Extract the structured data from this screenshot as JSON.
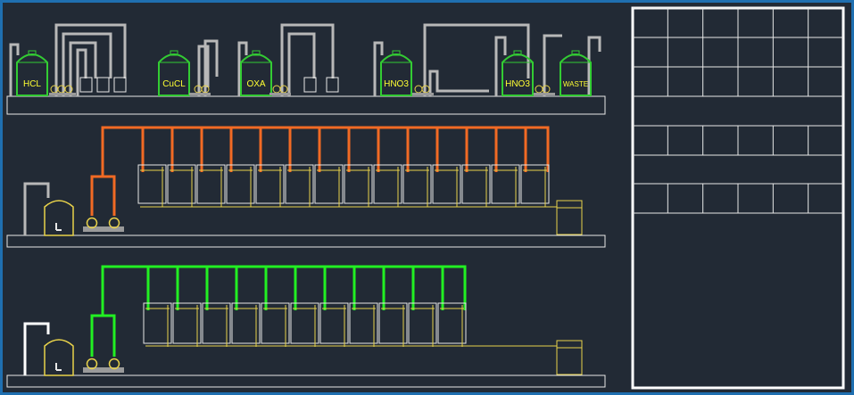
{
  "colors": {
    "background": "#222a35",
    "frame": "#1f6fb0",
    "pipe_gray": "#b8b8b8",
    "pipe_orange": "#f26a24",
    "pipe_green": "#22f022",
    "tank_green": "#33cc33",
    "tank_yellow": "#e8d24a",
    "label_yellow": "#ffff33",
    "line": "#e8e8e8"
  },
  "top_row": {
    "tanks": [
      {
        "label": "HCL"
      },
      {
        "label": "CuCL"
      },
      {
        "label": "OXA"
      },
      {
        "label": "HNO3"
      },
      {
        "label": "HNO3"
      },
      {
        "label": "WASTE"
      }
    ]
  },
  "middle_row": {
    "bath_count": 14,
    "pipe_color": "orange"
  },
  "bottom_row": {
    "bath_count": 11,
    "pipe_color": "green"
  },
  "title_block": {
    "columns": 6,
    "rows_filled": 6
  }
}
